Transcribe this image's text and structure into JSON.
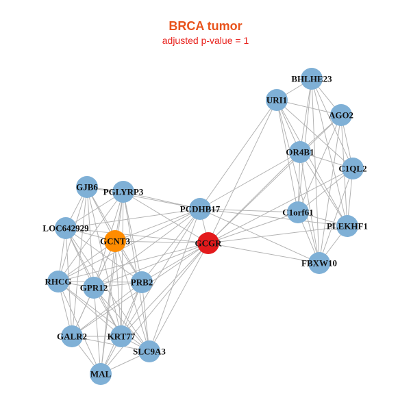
{
  "title": "BRCA tumor",
  "subtitle": "adjusted p-value = 1",
  "colors": {
    "title": "#e8531c",
    "subtitle": "#e8211c",
    "default_node": "#7fb0d6",
    "seed_node": "#e31a1c",
    "highlight_node": "#ff8c00",
    "edge": "#b3b3b3"
  },
  "nodes": [
    {
      "id": "BHLHE23",
      "kind": "default"
    },
    {
      "id": "URI1",
      "kind": "default"
    },
    {
      "id": "AGO2",
      "kind": "default"
    },
    {
      "id": "OR4B1",
      "kind": "default"
    },
    {
      "id": "C1QL2",
      "kind": "default"
    },
    {
      "id": "GJB6",
      "kind": "default"
    },
    {
      "id": "PGLYRP3",
      "kind": "default"
    },
    {
      "id": "PCDHB17",
      "kind": "default"
    },
    {
      "id": "C1orf61",
      "kind": "default"
    },
    {
      "id": "PLEKHF1",
      "kind": "default"
    },
    {
      "id": "LOC642929",
      "kind": "default"
    },
    {
      "id": "GCNT3",
      "kind": "highlight"
    },
    {
      "id": "GCGR",
      "kind": "seed"
    },
    {
      "id": "FBXW10",
      "kind": "default"
    },
    {
      "id": "RHCG",
      "kind": "default"
    },
    {
      "id": "GPR12",
      "kind": "default"
    },
    {
      "id": "PRB2",
      "kind": "default"
    },
    {
      "id": "GALR2",
      "kind": "default"
    },
    {
      "id": "KRT77",
      "kind": "default"
    },
    {
      "id": "SLC9A3",
      "kind": "default"
    },
    {
      "id": "MAL",
      "kind": "default"
    }
  ],
  "edges": [
    [
      "BHLHE23",
      "URI1"
    ],
    [
      "BHLHE23",
      "AGO2"
    ],
    [
      "BHLHE23",
      "OR4B1"
    ],
    [
      "BHLHE23",
      "C1QL2"
    ],
    [
      "BHLHE23",
      "C1orf61"
    ],
    [
      "BHLHE23",
      "PLEKHF1"
    ],
    [
      "BHLHE23",
      "FBXW10"
    ],
    [
      "URI1",
      "AGO2"
    ],
    [
      "URI1",
      "OR4B1"
    ],
    [
      "URI1",
      "C1QL2"
    ],
    [
      "URI1",
      "C1orf61"
    ],
    [
      "URI1",
      "PLEKHF1"
    ],
    [
      "URI1",
      "FBXW10"
    ],
    [
      "URI1",
      "PCDHB17"
    ],
    [
      "URI1",
      "GCGR"
    ],
    [
      "AGO2",
      "OR4B1"
    ],
    [
      "AGO2",
      "C1QL2"
    ],
    [
      "AGO2",
      "C1orf61"
    ],
    [
      "AGO2",
      "PLEKHF1"
    ],
    [
      "AGO2",
      "FBXW10"
    ],
    [
      "AGO2",
      "GCGR"
    ],
    [
      "OR4B1",
      "C1QL2"
    ],
    [
      "OR4B1",
      "C1orf61"
    ],
    [
      "OR4B1",
      "PLEKHF1"
    ],
    [
      "OR4B1",
      "FBXW10"
    ],
    [
      "OR4B1",
      "PCDHB17"
    ],
    [
      "OR4B1",
      "GCGR"
    ],
    [
      "C1QL2",
      "C1orf61"
    ],
    [
      "C1QL2",
      "PLEKHF1"
    ],
    [
      "C1QL2",
      "FBXW10"
    ],
    [
      "C1QL2",
      "GCGR"
    ],
    [
      "C1orf61",
      "PLEKHF1"
    ],
    [
      "C1orf61",
      "FBXW10"
    ],
    [
      "C1orf61",
      "GCGR"
    ],
    [
      "C1orf61",
      "PCDHB17"
    ],
    [
      "PLEKHF1",
      "FBXW10"
    ],
    [
      "PLEKHF1",
      "GCGR"
    ],
    [
      "PLEKHF1",
      "PCDHB17"
    ],
    [
      "FBXW10",
      "GCGR"
    ],
    [
      "FBXW10",
      "PCDHB17"
    ],
    [
      "PCDHB17",
      "GCGR"
    ],
    [
      "PCDHB17",
      "PGLYRP3"
    ],
    [
      "PCDHB17",
      "GJB6"
    ],
    [
      "PCDHB17",
      "LOC642929"
    ],
    [
      "PCDHB17",
      "GCNT3"
    ],
    [
      "PCDHB17",
      "GPR12"
    ],
    [
      "PCDHB17",
      "PRB2"
    ],
    [
      "PCDHB17",
      "KRT77"
    ],
    [
      "PCDHB17",
      "SLC9A3"
    ],
    [
      "PCDHB17",
      "RHCG"
    ],
    [
      "GCGR",
      "GCNT3"
    ],
    [
      "GCGR",
      "PGLYRP3"
    ],
    [
      "GCGR",
      "LOC642929"
    ],
    [
      "GCGR",
      "RHCG"
    ],
    [
      "GCGR",
      "GPR12"
    ],
    [
      "GCGR",
      "PRB2"
    ],
    [
      "GCGR",
      "KRT77"
    ],
    [
      "GCGR",
      "SLC9A3"
    ],
    [
      "GCGR",
      "MAL"
    ],
    [
      "GCGR",
      "GALR2"
    ],
    [
      "GJB6",
      "PGLYRP3"
    ],
    [
      "GJB6",
      "LOC642929"
    ],
    [
      "GJB6",
      "GCNT3"
    ],
    [
      "GJB6",
      "RHCG"
    ],
    [
      "GJB6",
      "GPR12"
    ],
    [
      "GJB6",
      "PRB2"
    ],
    [
      "GJB6",
      "KRT77"
    ],
    [
      "GJB6",
      "GALR2"
    ],
    [
      "PGLYRP3",
      "LOC642929"
    ],
    [
      "PGLYRP3",
      "GCNT3"
    ],
    [
      "PGLYRP3",
      "RHCG"
    ],
    [
      "PGLYRP3",
      "GPR12"
    ],
    [
      "PGLYRP3",
      "PRB2"
    ],
    [
      "PGLYRP3",
      "KRT77"
    ],
    [
      "PGLYRP3",
      "SLC9A3"
    ],
    [
      "PGLYRP3",
      "MAL"
    ],
    [
      "LOC642929",
      "GCNT3"
    ],
    [
      "LOC642929",
      "RHCG"
    ],
    [
      "LOC642929",
      "GPR12"
    ],
    [
      "LOC642929",
      "PRB2"
    ],
    [
      "LOC642929",
      "GALR2"
    ],
    [
      "LOC642929",
      "KRT77"
    ],
    [
      "LOC642929",
      "SLC9A3"
    ],
    [
      "GCNT3",
      "RHCG"
    ],
    [
      "GCNT3",
      "GPR12"
    ],
    [
      "GCNT3",
      "PRB2"
    ],
    [
      "GCNT3",
      "GALR2"
    ],
    [
      "GCNT3",
      "KRT77"
    ],
    [
      "GCNT3",
      "SLC9A3"
    ],
    [
      "GCNT3",
      "MAL"
    ],
    [
      "RHCG",
      "GPR12"
    ],
    [
      "RHCG",
      "PRB2"
    ],
    [
      "RHCG",
      "GALR2"
    ],
    [
      "RHCG",
      "KRT77"
    ],
    [
      "RHCG",
      "SLC9A3"
    ],
    [
      "RHCG",
      "MAL"
    ],
    [
      "GPR12",
      "PRB2"
    ],
    [
      "GPR12",
      "GALR2"
    ],
    [
      "GPR12",
      "KRT77"
    ],
    [
      "GPR12",
      "SLC9A3"
    ],
    [
      "GPR12",
      "MAL"
    ],
    [
      "PRB2",
      "GALR2"
    ],
    [
      "PRB2",
      "KRT77"
    ],
    [
      "PRB2",
      "SLC9A3"
    ],
    [
      "PRB2",
      "MAL"
    ],
    [
      "GALR2",
      "KRT77"
    ],
    [
      "GALR2",
      "SLC9A3"
    ],
    [
      "GALR2",
      "MAL"
    ],
    [
      "KRT77",
      "SLC9A3"
    ],
    [
      "KRT77",
      "MAL"
    ],
    [
      "SLC9A3",
      "MAL"
    ]
  ]
}
